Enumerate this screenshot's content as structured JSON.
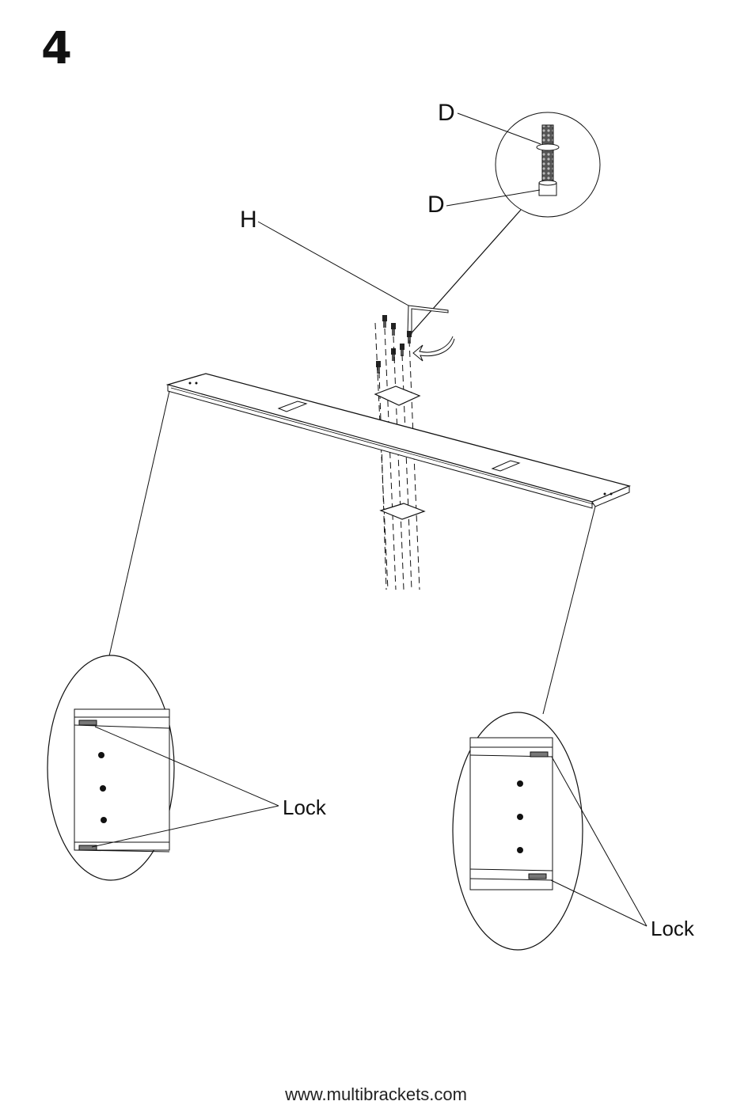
{
  "step": {
    "number": "4"
  },
  "labels": {
    "part_d_top": "D",
    "part_d_bottom": "D",
    "part_h": "H",
    "lock_left": "Lock",
    "lock_right": "Lock"
  },
  "footer": {
    "url": "www.multibrackets.com"
  },
  "colors": {
    "line": "#111111",
    "bar_fill": "#ffffff"
  }
}
